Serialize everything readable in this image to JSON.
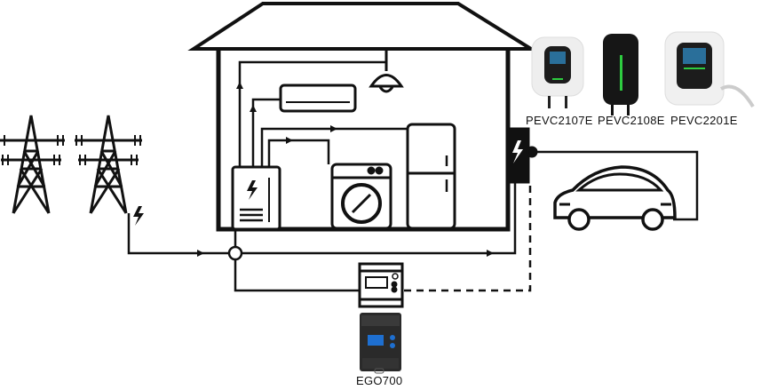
{
  "chargers": [
    {
      "label": "PEVC2107E",
      "color": "#f2f2f2"
    },
    {
      "label": "PEVC2108E",
      "color": "#1a1a1a"
    },
    {
      "label": "PEVC2201E",
      "color": "#f2f2f2"
    }
  ],
  "controller": {
    "label": "EGO700"
  },
  "colors": {
    "line": "#111111",
    "screen": "#1e6fd0",
    "led": "#2ecc40"
  }
}
